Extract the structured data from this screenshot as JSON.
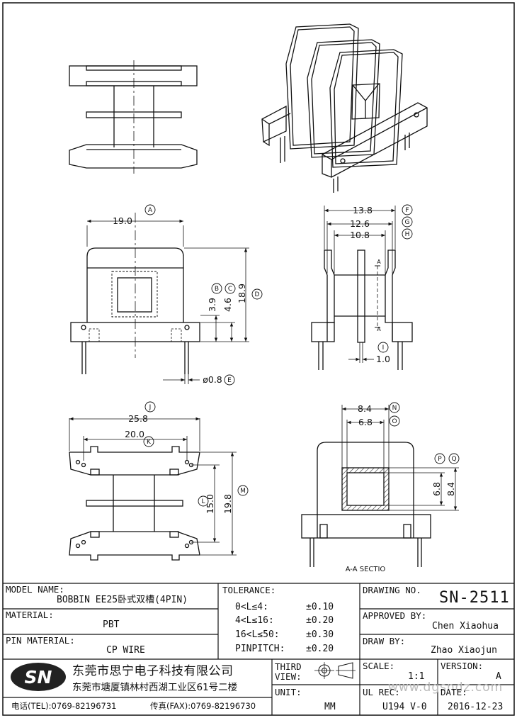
{
  "dims": {
    "A": "19.0",
    "B": "3.9",
    "C": "4.6",
    "D": "18.9",
    "E": "ø0.8",
    "F": "13.8",
    "G": "12.6",
    "H": "10.8",
    "I": "1.0",
    "J": "25.8",
    "K": "20.0",
    "L": "15.0",
    "M": "19.8",
    "N": "8.4",
    "O": "6.8",
    "P": "6.8",
    "Q": "8.4"
  },
  "markers": {
    "A": "A",
    "B": "B",
    "C": "C",
    "D": "D",
    "E": "E",
    "F": "F",
    "G": "G",
    "H": "H",
    "I": "I",
    "J": "J",
    "K": "K",
    "L": "L",
    "M": "M",
    "N": "N",
    "O": "O",
    "P": "P",
    "Q": "Q"
  },
  "section": {
    "cut_label": "A",
    "title": "A-A SECTIO"
  },
  "title_block": {
    "model_name_label": "MODEL NAME:",
    "model_name_value": "BOBBIN EE25卧式双槽(4PIN)",
    "material_label": "MATERIAL:",
    "material_value": "PBT",
    "pin_material_label": "PIN MATERIAL:",
    "pin_material_value": "CP WIRE",
    "tolerance_label": "TOLERANCE:",
    "tolerance_rows": [
      {
        "range": "0<L≤4:",
        "value": "±0.10"
      },
      {
        "range": "4<L≤16:",
        "value": "±0.20"
      },
      {
        "range": "16<L≤50:",
        "value": "±0.30"
      },
      {
        "range": "PINPITCH:",
        "value": "±0.20"
      }
    ],
    "drawing_no_label": "DRAWING NO.",
    "drawing_no_value": "SN-2511",
    "approved_by_label": "APPROVED BY:",
    "approved_by_value": "Chen  Xiaohua",
    "draw_by_label": "DRAW BY:",
    "draw_by_value": "Zhao  Xiaojun",
    "company_name": "东莞市思宁电子科技有限公司",
    "company_address": "东莞市塘厦镇林村西湖工业区61号二楼",
    "tel": "电话(TEL):0769-82196731",
    "fax": "传真(FAX):0769-82196730",
    "logo_text": "SN",
    "third_view_label_1": "THIRD",
    "third_view_label_2": "VIEW:",
    "scale_label": "SCALE:",
    "scale_value": "1:1",
    "version_label": "VERSION:",
    "version_value": "A",
    "unit_label": "UNIT:",
    "unit_value": "MM",
    "ul_rec_label": "UL REC:",
    "ul_rec_value": "U194 V-0",
    "date_label": "DATE:",
    "date_value": "2016-12-23"
  },
  "watermark": "www.dgsndz.com"
}
